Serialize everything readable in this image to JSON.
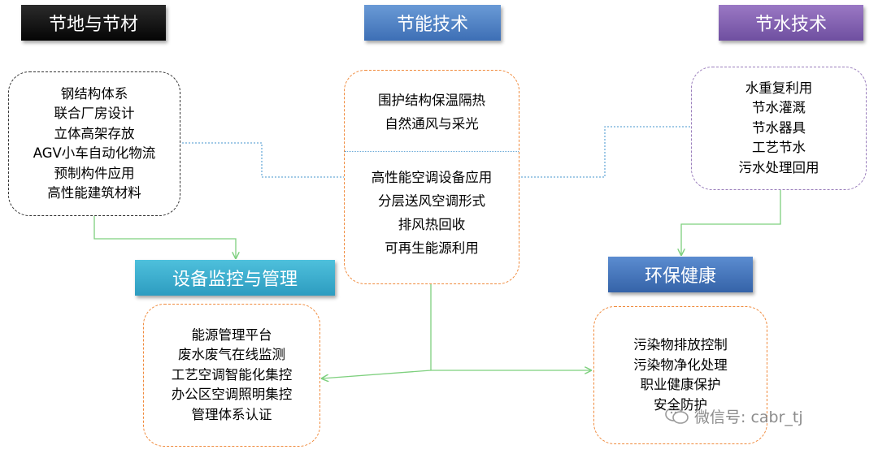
{
  "headers": {
    "land": "节地与节材",
    "energy": "节能技术",
    "water": "节水技术",
    "monitor": "设备监控与管理",
    "eco": "环保健康"
  },
  "boxes": {
    "land": [
      "钢结构体系",
      "联合厂房设计",
      "立体高架存放",
      "AGV小车自动化物流",
      "预制构件应用",
      "高性能建筑材料"
    ],
    "energy_top": [
      "围护结构保温隔热",
      "自然通风与采光"
    ],
    "energy_bottom": [
      "高性能空调设备应用",
      "分层送风空调形式",
      "排风热回收",
      "可再生能源利用"
    ],
    "water": [
      "水重复利用",
      "节水灌溉",
      "节水器具",
      "工艺节水",
      "污水处理回用"
    ],
    "monitor": [
      "能源管理平台",
      "废水废气在线监测",
      "工艺空调智能化集控",
      "办公区空调照明集控",
      "管理体系认证"
    ],
    "eco": [
      "污染物排放控制",
      "污染物净化处理",
      "职业健康保护",
      "安全防护"
    ]
  },
  "watermark": {
    "text": "微信号: cabr_tj",
    "icon": "wechat-icon"
  },
  "colors": {
    "connector_blue": "#6aaad8",
    "connector_green": "#7ed07e",
    "orange_border": "#f08a3c",
    "purple_border": "#9a7ebc"
  }
}
